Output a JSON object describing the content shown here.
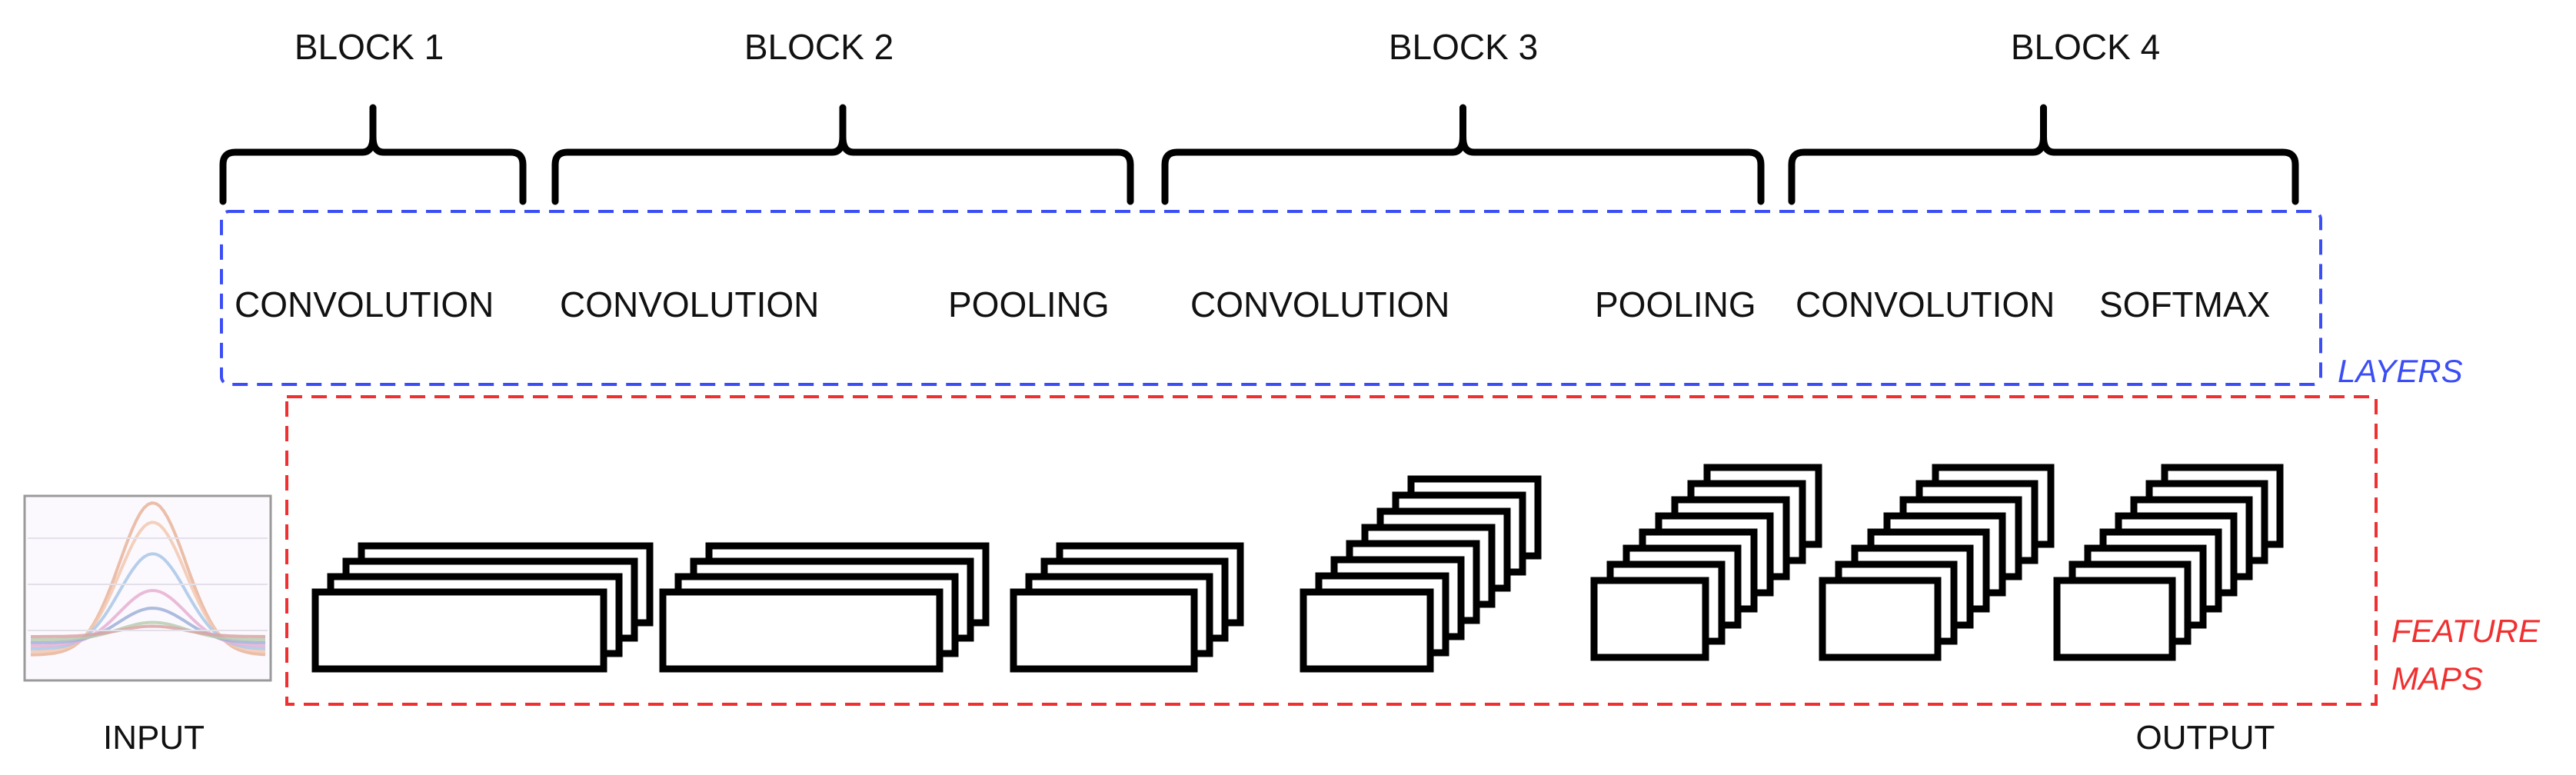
{
  "blocks": [
    {
      "title": "BLOCK 1",
      "layers": [
        "CONVOLUTION"
      ]
    },
    {
      "title": "BLOCK 2",
      "layers": [
        "CONVOLUTION",
        "POOLING"
      ]
    },
    {
      "title": "BLOCK 3",
      "layers": [
        "CONVOLUTION",
        "POOLING"
      ]
    },
    {
      "title": "BLOCK 4",
      "layers": [
        "CONVOLUTION",
        "SOFTMAX"
      ]
    }
  ],
  "regions": {
    "layers_label": "LAYERS",
    "feature_maps_label": [
      "FEATURE",
      "MAPS"
    ]
  },
  "io": {
    "input_label": "INPUT",
    "output_label": "OUTPUT"
  },
  "colors": {
    "layers_region": "#3b4ef5",
    "feature_maps_region": "#f03030",
    "outline": "#000000",
    "input_curves": [
      "#e8b49a",
      "#f2c8b0",
      "#a9c7e6",
      "#e6b0d2",
      "#9fb0d8",
      "#b8ccb0",
      "#d9a5a5"
    ]
  },
  "feature_map_groups": [
    {
      "layer": "BLOCK 1 CONVOLUTION",
      "maps": 4
    },
    {
      "layer": "BLOCK 2 CONVOLUTION",
      "maps": 4
    },
    {
      "layer": "BLOCK 2 POOLING",
      "maps": 4
    },
    {
      "layer": "BLOCK 3 CONVOLUTION",
      "maps": 8
    },
    {
      "layer": "BLOCK 3 POOLING",
      "maps": 8
    },
    {
      "layer": "BLOCK 4 CONVOLUTION",
      "maps": 8
    },
    {
      "layer": "BLOCK 4 SOFTMAX",
      "maps": 8
    }
  ]
}
